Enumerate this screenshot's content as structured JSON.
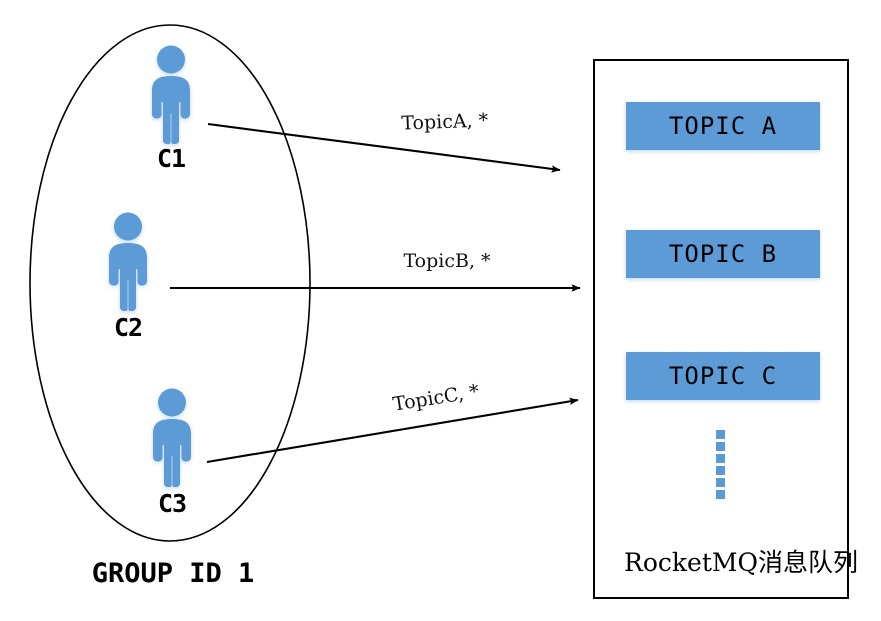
{
  "diagram": {
    "title": "RocketMQ consumer group topic subscription diagram",
    "colors": {
      "figure_blue": "#5B9BD5",
      "box_blue": "#5B9BD5",
      "stroke_black": "#000000",
      "background": "#FFFFFF"
    },
    "group": {
      "label": "GROUP ID 1",
      "shape": "ellipse",
      "consumers": [
        {
          "id": "C1",
          "icon": "person-icon"
        },
        {
          "id": "C2",
          "icon": "person-icon"
        },
        {
          "id": "C3",
          "icon": "person-icon"
        }
      ]
    },
    "edges": [
      {
        "from": "C1",
        "to": "TOPIC A",
        "label": "TopicA, *",
        "arrow": "arrow-icon"
      },
      {
        "from": "C2",
        "to": "TOPIC B",
        "label": "TopicB, *",
        "arrow": "arrow-icon"
      },
      {
        "from": "C3",
        "to": "TOPIC C",
        "label": "TopicC, *",
        "arrow": "arrow-icon"
      }
    ],
    "broker": {
      "caption": "RocketMQ消息队列",
      "topics": [
        {
          "label": "TOPIC A"
        },
        {
          "label": "TOPIC B"
        },
        {
          "label": "TOPIC C"
        }
      ],
      "ellipsis": {
        "icon": "vertical-dots-icon",
        "count": 6
      }
    }
  }
}
